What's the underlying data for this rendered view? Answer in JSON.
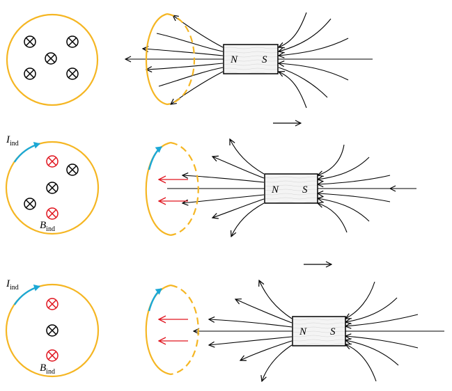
{
  "colors": {
    "loop": "#F5B623",
    "current_arrow": "#1BA8D6",
    "induced_field": "#E0141E",
    "field_line": "#000000",
    "magnet_fill": "#F2F2F2"
  },
  "symbols": {
    "into_page": "cross-in-circle"
  },
  "labels": {
    "current_var": "I",
    "current_sub": "ind",
    "field_var": "B",
    "field_sub": "ind",
    "north": "N",
    "south": "S"
  },
  "panels": [
    {
      "magnet_motion": "right",
      "induced_current": false,
      "induced_arrows": false
    },
    {
      "magnet_motion": "right",
      "induced_current": true,
      "induced_arrows": true
    },
    {
      "magnet_motion": "right",
      "induced_current": true,
      "induced_arrows": true
    }
  ]
}
